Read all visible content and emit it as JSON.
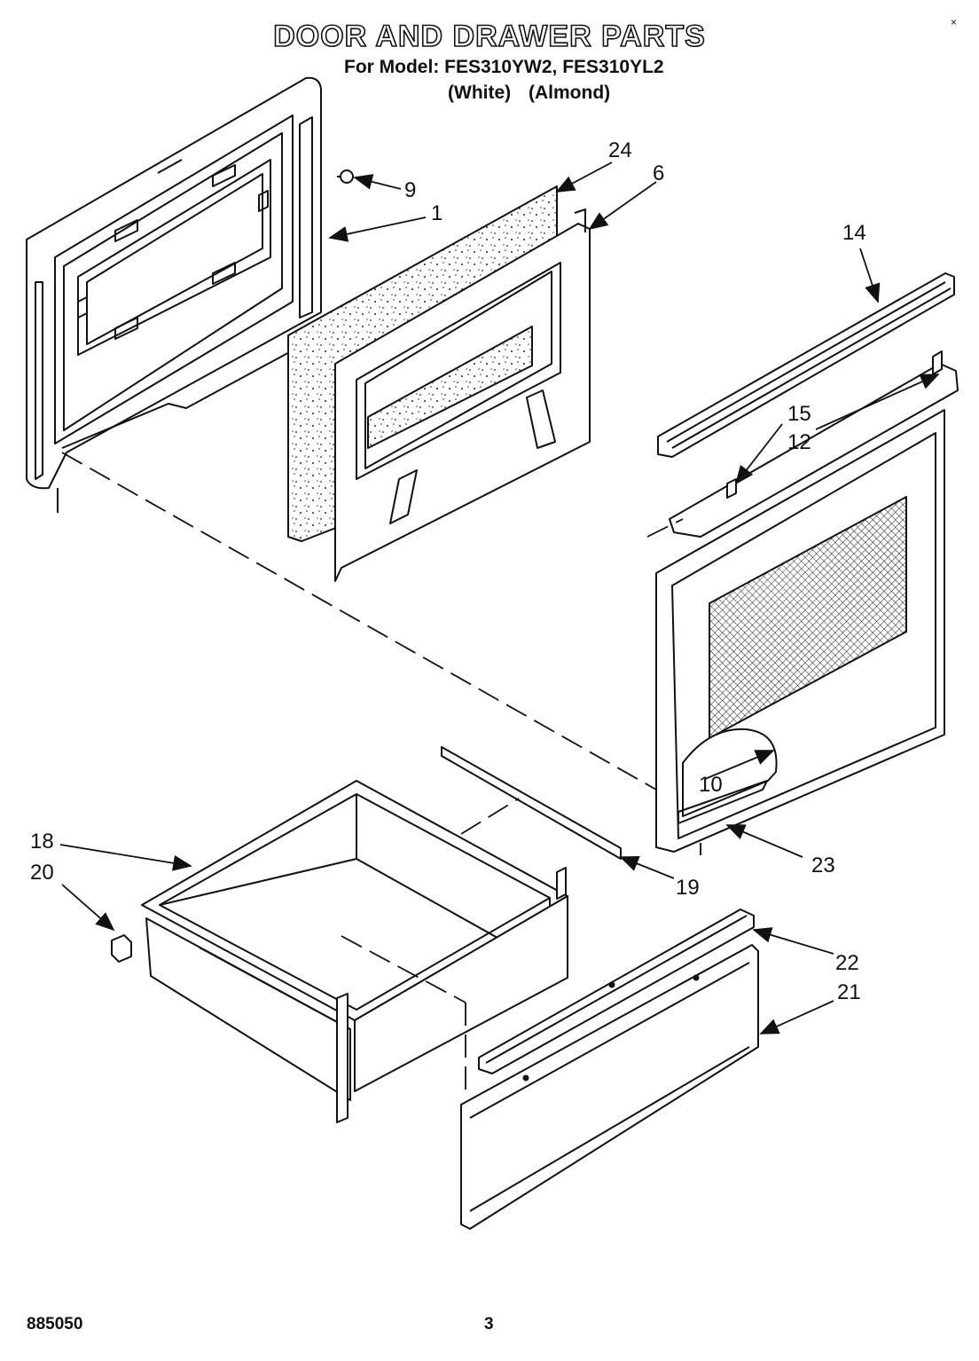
{
  "header": {
    "title": "DOOR AND DRAWER PARTS",
    "model_line": "For Model: FES310YW2, FES310YL2",
    "color_white": "(White)",
    "color_almond": "(Almond)"
  },
  "callouts": {
    "c24": "24",
    "c6": "6",
    "c9": "9",
    "c1": "1",
    "c14": "14",
    "c15": "15",
    "c12": "12",
    "c10": "10",
    "c23": "23",
    "c18": "18",
    "c20": "20",
    "c19": "19",
    "c22": "22",
    "c21": "21"
  },
  "footer": {
    "doc_number": "885050",
    "page_number": "3"
  },
  "corner_mark": "×"
}
